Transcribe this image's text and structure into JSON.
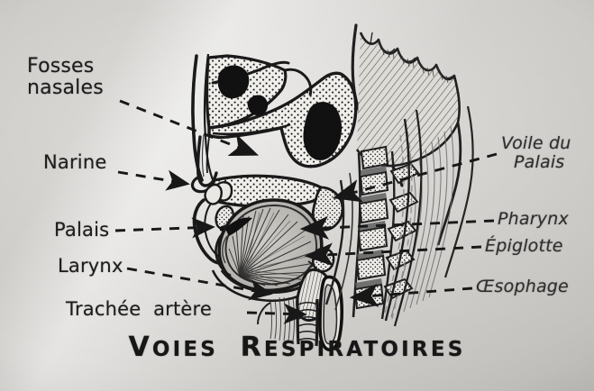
{
  "document": {
    "kind": "anatomical-plate",
    "language": "fr",
    "title": "VOIES RESPIRATOIRES",
    "title_parts": {
      "word1_cap": "V",
      "word1_rest": "OIES",
      "word2_cap": "R",
      "word2_rest": "ESPIRATOIRES"
    },
    "background_color": "#c9c7c3",
    "ink_color": "#141414"
  },
  "labels": {
    "left": [
      {
        "id": "fosses-nasales",
        "text": "Fosses\nnasales",
        "leader": "dashed-arrow"
      },
      {
        "id": "narine",
        "text": "Narine",
        "leader": "dashed-arrow"
      },
      {
        "id": "palais",
        "text": "Palais",
        "leader": "dashed-arrow"
      },
      {
        "id": "larynx",
        "text": "Larynx",
        "leader": "dashed-arrow"
      },
      {
        "id": "trachee-artere",
        "text": "Trachée  artère",
        "leader": "dashed-arrow"
      }
    ],
    "right": [
      {
        "id": "voile-du-palais",
        "text": "Voile du\nPalais",
        "leader": "dashed-arrow"
      },
      {
        "id": "pharynx",
        "text": "Pharynx",
        "leader": "dashed-arrow"
      },
      {
        "id": "epiglotte",
        "text": "Épiglotte",
        "leader": "dashed-arrow"
      },
      {
        "id": "oesophage",
        "text": "Œsophage",
        "leader": "dashed-arrow"
      }
    ]
  },
  "label_text": {
    "fosses_line1": "Fosses",
    "fosses_line2": "nasales",
    "narine": "Narine",
    "palais": "Palais",
    "larynx": "Larynx",
    "trachee": "Trachée  artère",
    "voile_line1": "Voile du",
    "voile_line2": "Palais",
    "pharynx": "Pharynx",
    "epiglotte": "Épiglotte",
    "oesophage": "Œsophage"
  },
  "illustration": {
    "view": "sagittal-section-head-neck",
    "structures": [
      "frontal-sinus",
      "nasal-cavity-stippled-bone",
      "sphenoid-sinus",
      "nostril",
      "hard-palate",
      "soft-palate",
      "tongue-muscle-hatching",
      "epiglottis",
      "larynx",
      "trachea",
      "oesophagus",
      "cervical-vertebrae",
      "occipital-skull-base",
      "cerebellum-lobes"
    ]
  }
}
